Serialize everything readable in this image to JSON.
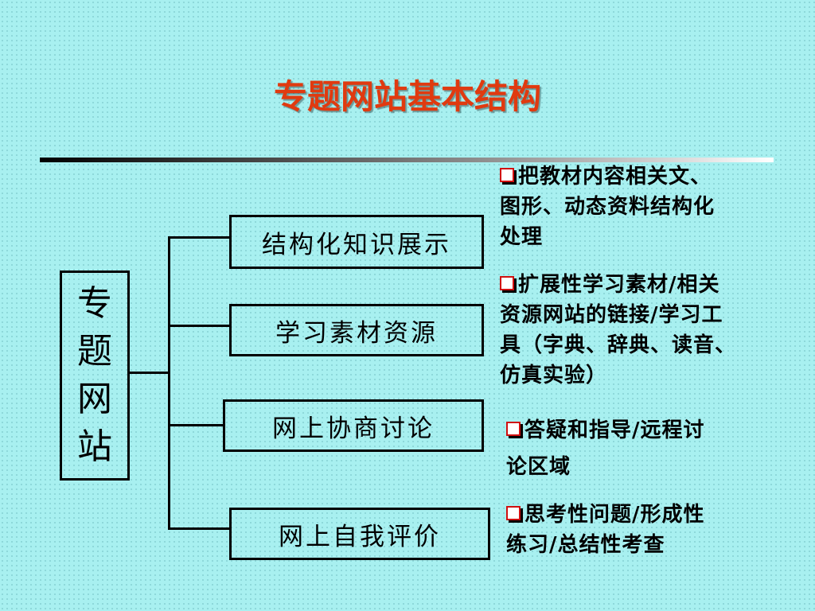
{
  "title": "专题网站基本结构",
  "root": {
    "chars": [
      "专",
      "题",
      "网",
      "站"
    ]
  },
  "branches": [
    {
      "label": "结构化知识展示"
    },
    {
      "label": "学习素材资源"
    },
    {
      "label": "网上协商讨论"
    },
    {
      "label": "网上自我评价"
    }
  ],
  "notes": [
    {
      "lines": [
        "把教材内容相关文、",
        "图形、动态资料结构化",
        "处理"
      ]
    },
    {
      "lines": [
        "扩展性学习素材/相关",
        "资源网站的链接/学习工",
        "具（字典、辞典、读音、",
        "仿真实验）"
      ]
    },
    {
      "lines": [
        "答疑和指导/远程讨",
        "论区域"
      ]
    },
    {
      "lines": [
        "思考性问题/形成性",
        "练习/总结性考查"
      ]
    }
  ],
  "colors": {
    "background": "#a8f0f0",
    "title": "#e03a10",
    "bullet_border": "#d01010",
    "lines": "#000000"
  },
  "icons": {
    "bullet": "square-bullet-icon"
  }
}
